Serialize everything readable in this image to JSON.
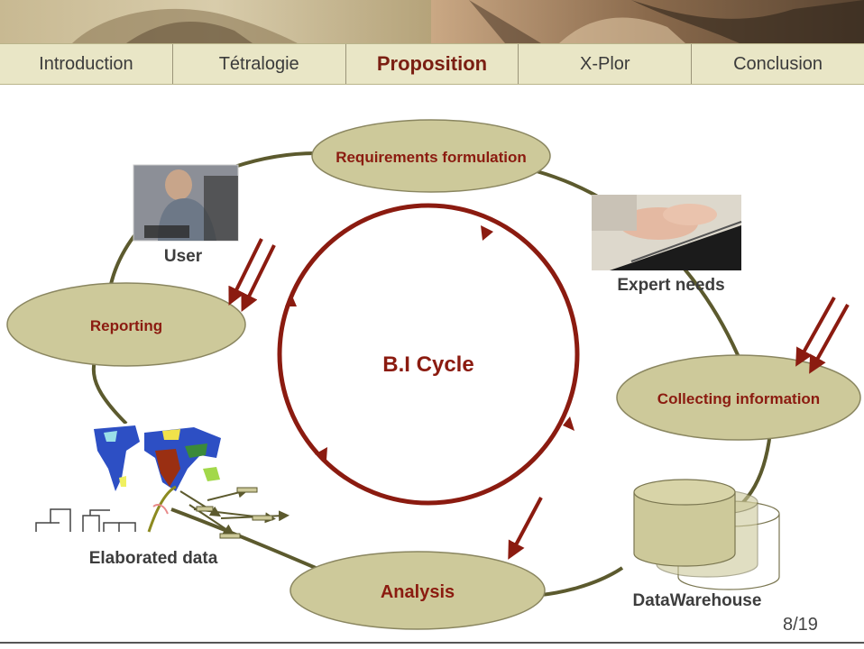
{
  "nav": {
    "tabs": [
      {
        "label": "Introduction"
      },
      {
        "label": "Tétralogie"
      },
      {
        "label": "Proposition"
      },
      {
        "label": "X-Plor"
      },
      {
        "label": "Conclusion"
      }
    ],
    "active_index": 2
  },
  "diagram": {
    "center_label": "B.I Cycle",
    "nodes": {
      "requirements": "Requirements formulation",
      "collecting": "Collecting information",
      "analysis": "Analysis",
      "reporting": "Reporting"
    },
    "captions": {
      "user": "User",
      "expert": "Expert needs",
      "elaborated": "Elaborated data",
      "warehouse": "DataWarehouse"
    }
  },
  "colors": {
    "cycle_arrow": "#8b1b10",
    "node_fill": "#cdc99a",
    "outer_ring": "#5c5a2e",
    "nav_bg": "#e9e6c6"
  },
  "page_number": "8/19"
}
